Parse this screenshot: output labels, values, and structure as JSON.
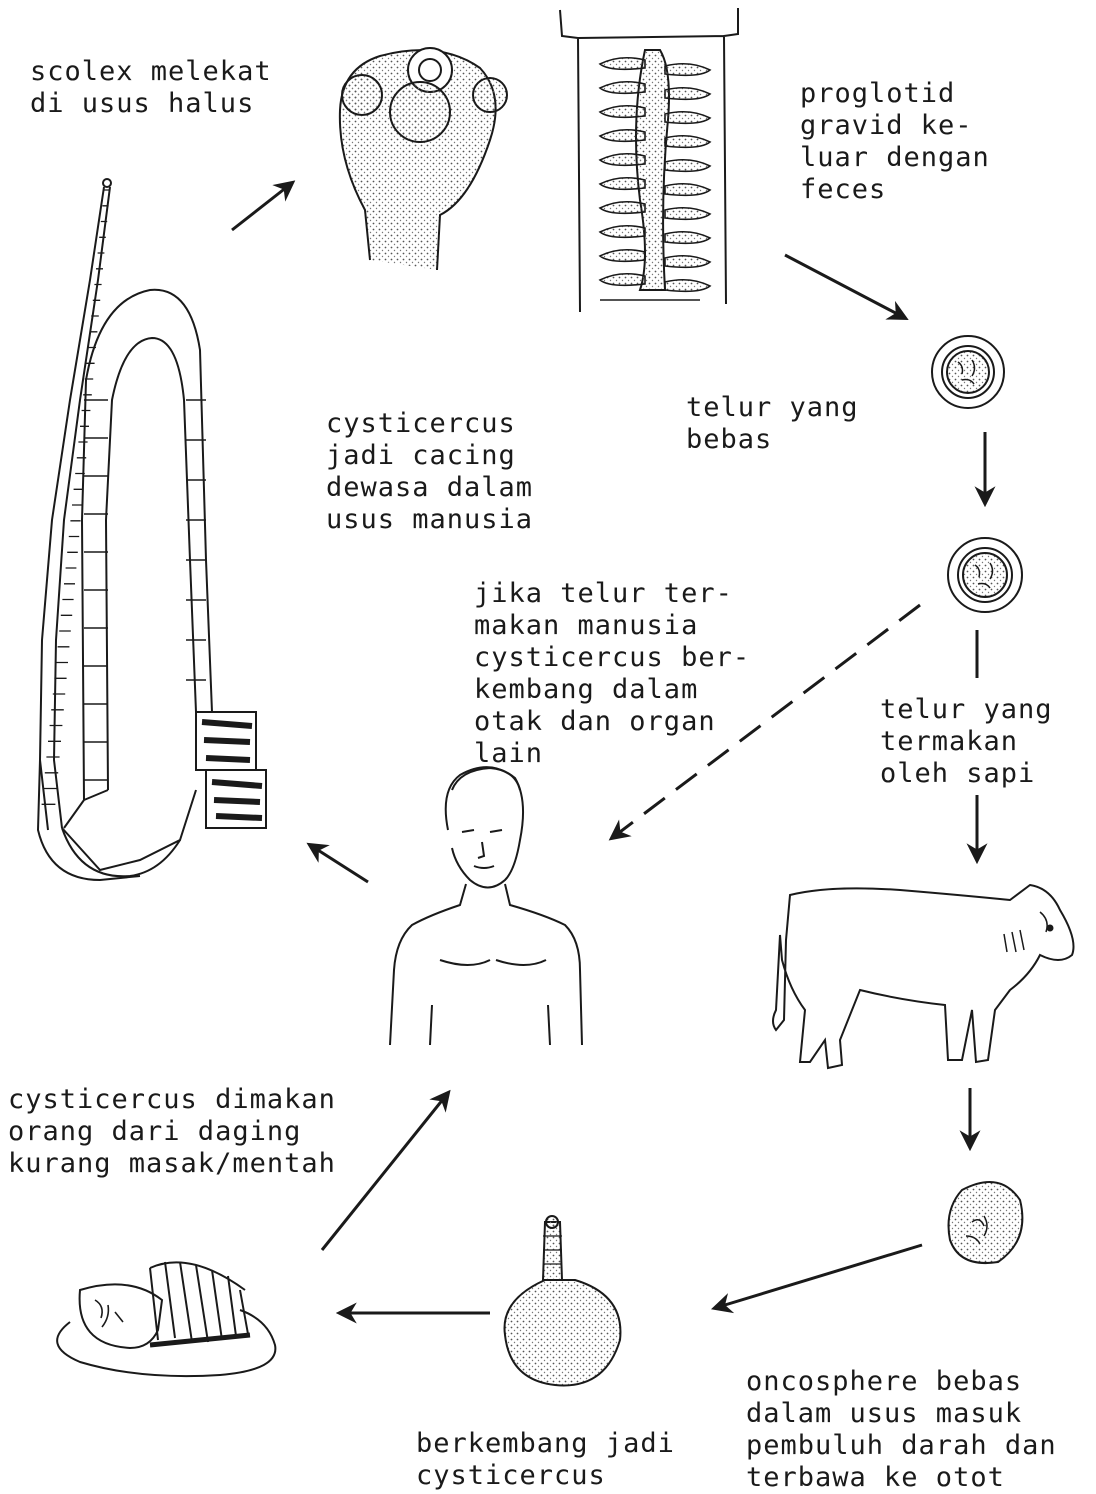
{
  "colors": {
    "ink": "#1a1a1a",
    "paper": "#ffffff",
    "stipple": "#777777"
  },
  "labels": {
    "scolex": "scolex melekat\ndi usus halus",
    "proglotid": "proglotid\ngravid ke-\nluar dengan\nfeces",
    "telur_bebas": "telur yang\nbebas",
    "cysticercus_dewasa": "cysticercus\njadi cacing\ndewasa dalam\nusus manusia",
    "jika_telur": "jika telur ter-\nmakan manusia\ncysticercus ber-\nkembang dalam\notak dan organ\nlain",
    "telur_termakan": "telur yang\ntermakan\noleh sapi",
    "dimakan": "cysticercus dimakan\norang dari daging\nkurang masak/mentah",
    "oncosphere": "oncosphere bebas\ndalam usus masuk\npembuluh darah dan\nterbawa ke otot",
    "berkembang": "berkembang jadi\ncysticercus"
  },
  "figures": {
    "tapeworm": "adult-tapeworm",
    "scolex": "scolex-with-suckers",
    "proglottid": "gravid-proglottid",
    "egg_free": "free-egg",
    "egg_eaten": "ingested-egg",
    "cow": "cow",
    "human": "human-torso",
    "oncosphere": "oncosphere",
    "cysticercus": "cysticercus-bladder",
    "meat": "raw-meat-on-plate"
  }
}
